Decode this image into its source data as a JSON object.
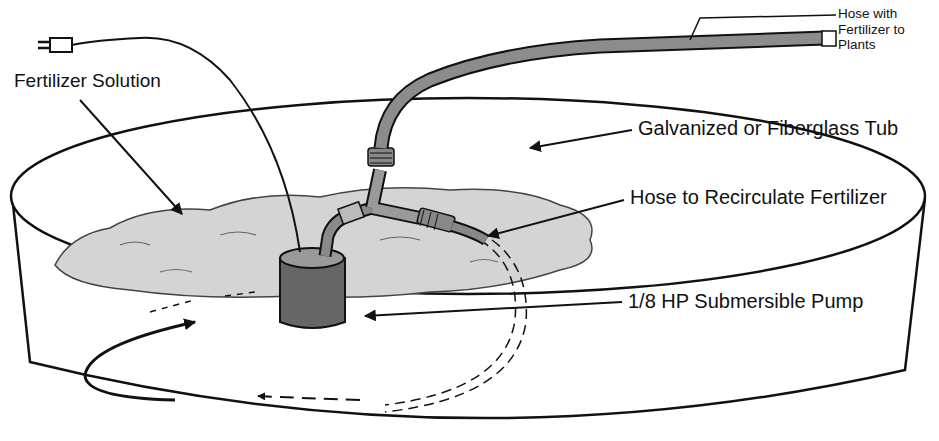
{
  "diagram": {
    "labels": [
      "Hose with Fertilizer to Plants",
      "Fertilizer Solution",
      "Galvanized or Fiberglass Tub",
      "Hose to Recirculate Fertilizer",
      "1/8 HP Submersible Pump"
    ]
  }
}
